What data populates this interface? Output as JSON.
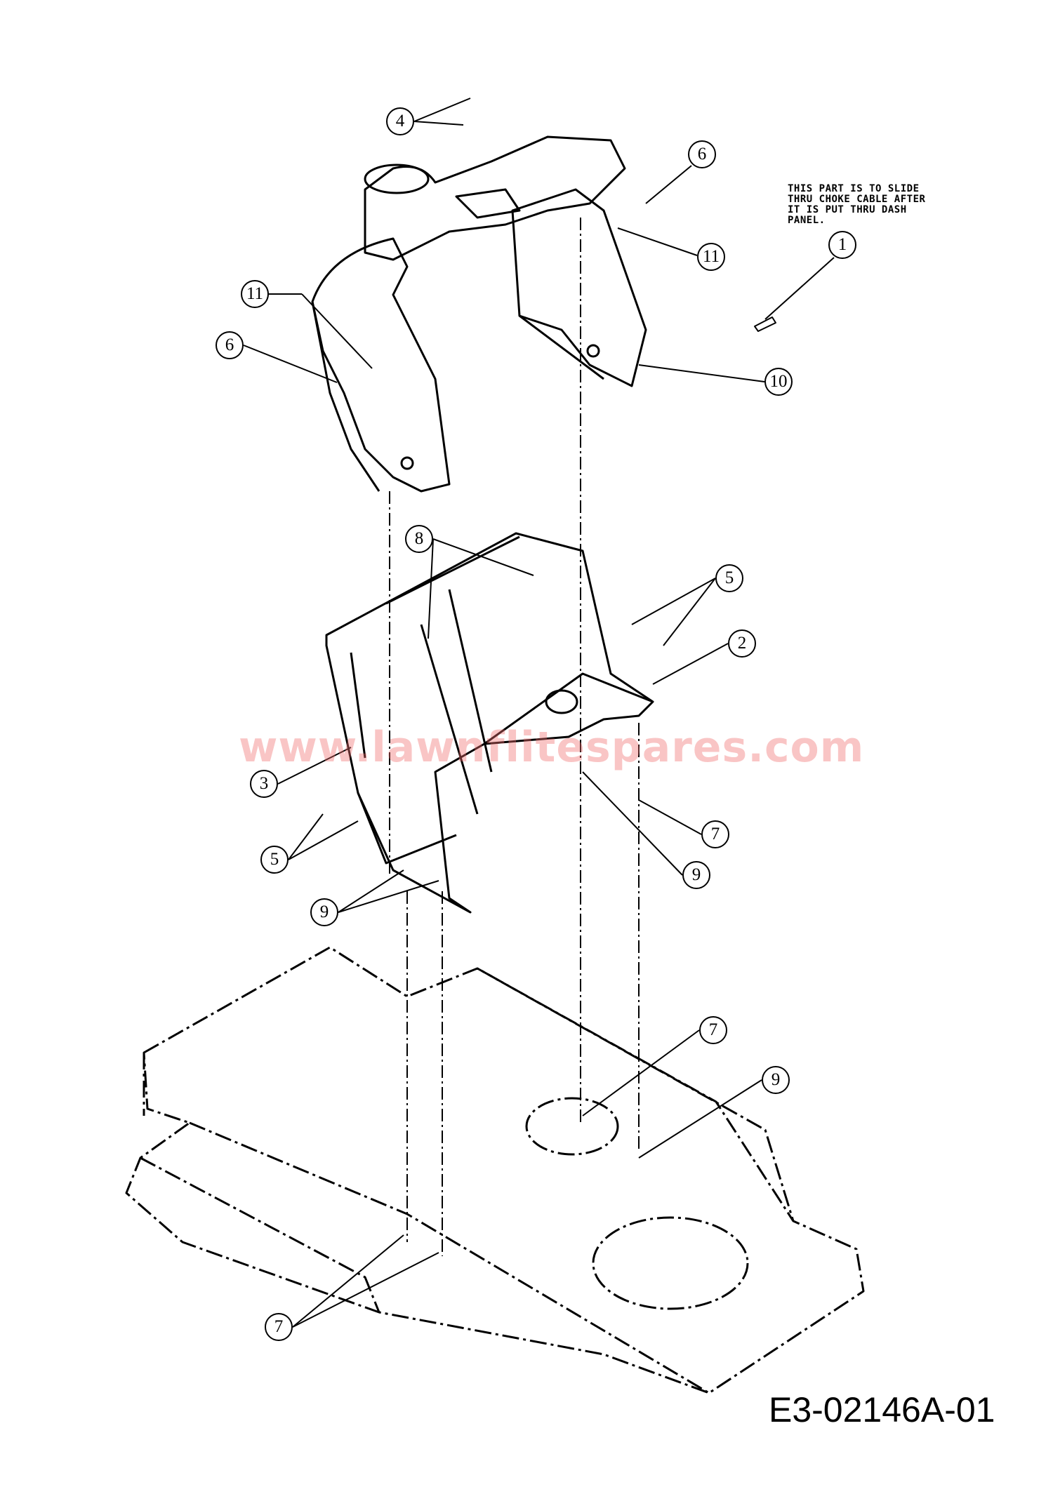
{
  "diagram": {
    "note": "THIS PART IS TO SLIDE\nTHRU CHOKE CABLE AFTER\nIT IS PUT THRU DASH\nPANEL.",
    "watermark": "www.lawnflitespares.com",
    "drawing_code": "E3-02146A-01",
    "callouts": {
      "c4": "4",
      "c6a": "6",
      "c11a": "11",
      "c1": "1",
      "c11b": "11",
      "c6b": "6",
      "c10": "10",
      "c8": "8",
      "c5a": "5",
      "c2": "2",
      "c3": "3",
      "c7a": "7",
      "c9a": "9",
      "c5b": "5",
      "c9b": "9",
      "c7b": "7",
      "c9c": "9",
      "c7c": "7"
    }
  }
}
